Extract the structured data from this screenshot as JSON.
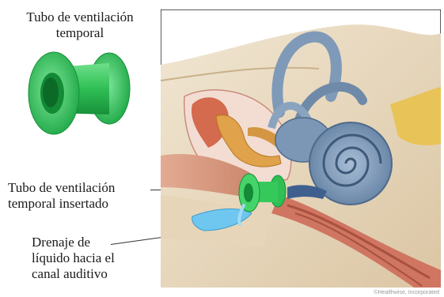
{
  "labels": {
    "tube_title_line1": "Tubo de ventilación",
    "tube_title_line2": "temporal",
    "inserted_line1": "Tubo de ventilación",
    "inserted_line2": "temporal insertado",
    "drain_line1": "Drenaje de",
    "drain_line2": "líquido hacia el",
    "drain_line3": "canal auditivo"
  },
  "watermark": "©Healthwise, Incorporated",
  "colors": {
    "tube_green": "#2fbf55",
    "tube_dark": "#17913a",
    "bone": "#e8d9c0",
    "cochlea_blue": "#7f9ab8",
    "ossicle_orange": "#e0a24a",
    "middle_ear_red": "#c85b3d",
    "fluid_blue": "#6fc6ef",
    "canal_pink": "#d9a089"
  }
}
